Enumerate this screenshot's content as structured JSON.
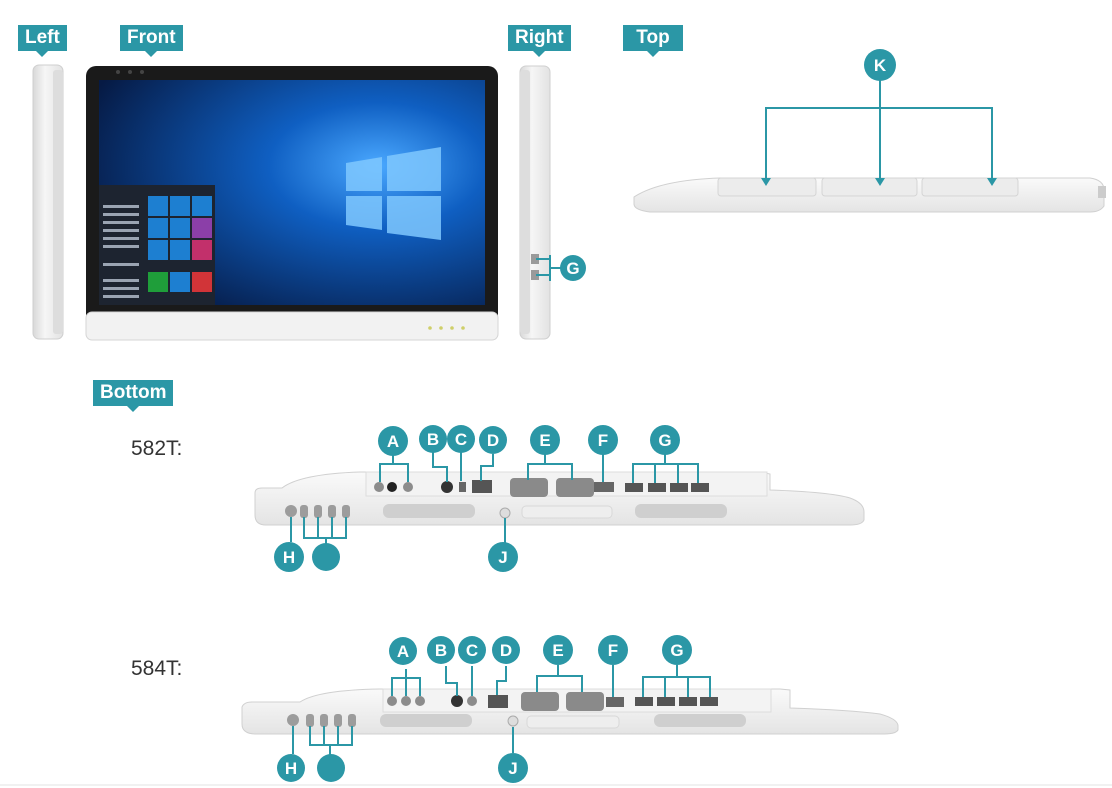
{
  "views": {
    "left": "Left",
    "front": "Front",
    "right": "Right",
    "top": "Top",
    "bottom": "Bottom"
  },
  "models": {
    "m1": "582T:",
    "m2": "584T:"
  },
  "markers": {
    "A": "A",
    "B": "B",
    "C": "C",
    "D": "D",
    "E": "E",
    "F": "F",
    "G": "G",
    "H": "H",
    "I": "",
    "J": "J",
    "K": "K"
  },
  "colors": {
    "accent": "#2b97a6",
    "device": "#f2f2f2",
    "screen": "#0a2a63"
  }
}
